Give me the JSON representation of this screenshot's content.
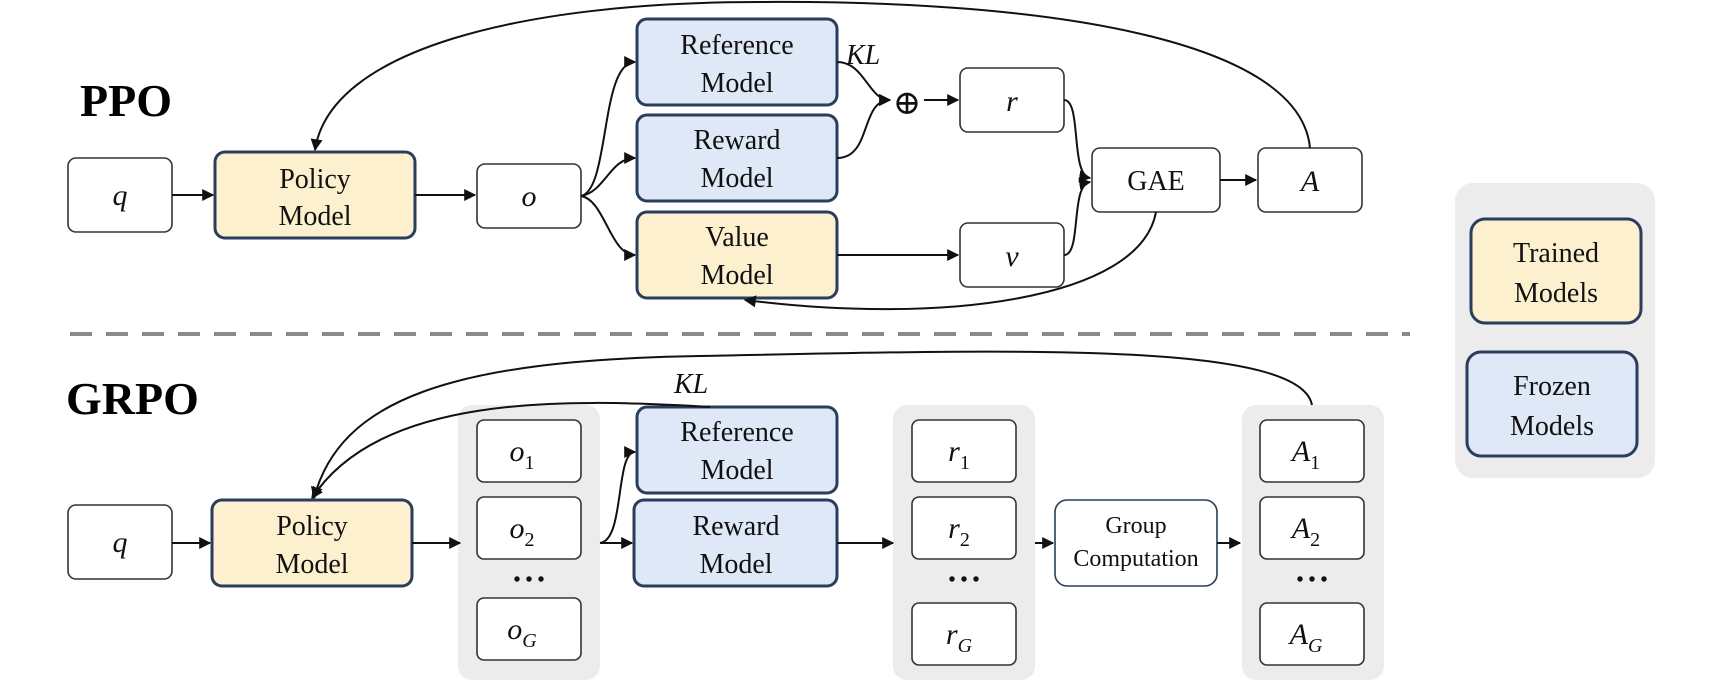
{
  "colors": {
    "trained_fill": "#fcf0cf",
    "frozen_fill": "#dfe8f6",
    "model_stroke": "#2a3d5c",
    "plain_stroke": "#333333",
    "group_bg": "#ececec",
    "divider": "#8a8a8a"
  },
  "ppo": {
    "title": "PPO",
    "q": "q",
    "policy": [
      "Policy",
      "Model"
    ],
    "o": "o",
    "reference": [
      "Reference",
      "Model"
    ],
    "reward": [
      "Reward",
      "Model"
    ],
    "value": [
      "Value",
      "Model"
    ],
    "kl": "KL",
    "plus": "⊕",
    "r": "r",
    "v": "v",
    "gae": "GAE",
    "a": "A"
  },
  "grpo": {
    "title": "GRPO",
    "q": "q",
    "policy": [
      "Policy",
      "Model"
    ],
    "outputs": [
      {
        "base": "o",
        "sub": "1"
      },
      {
        "base": "o",
        "sub": "2"
      },
      {
        "base": "o",
        "sub": "G"
      }
    ],
    "reference": [
      "Reference",
      "Model"
    ],
    "reward": [
      "Reward",
      "Model"
    ],
    "kl": "KL",
    "rewards": [
      {
        "base": "r",
        "sub": "1"
      },
      {
        "base": "r",
        "sub": "2"
      },
      {
        "base": "r",
        "sub": "G"
      }
    ],
    "group": [
      "Group",
      "Computation"
    ],
    "advantages": [
      {
        "base": "A",
        "sub": "1"
      },
      {
        "base": "A",
        "sub": "2"
      },
      {
        "base": "A",
        "sub": "G"
      }
    ],
    "ellipsis": "• • •"
  },
  "legend": {
    "trained": [
      "Trained",
      "Models"
    ],
    "frozen": [
      "Frozen",
      "Models"
    ]
  }
}
